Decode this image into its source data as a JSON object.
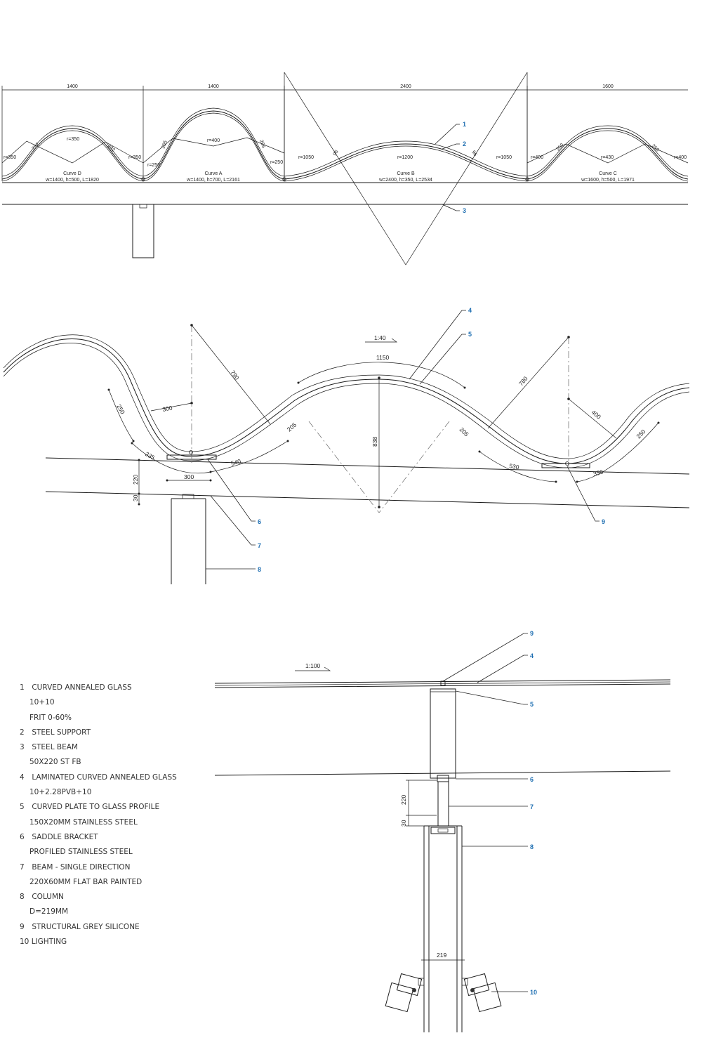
{
  "top_dims": [
    "1400",
    "1400",
    "2400",
    "1600"
  ],
  "curves": [
    {
      "name": "Curve D",
      "spec": "w=1400, h=500, L=1820"
    },
    {
      "name": "Curve A",
      "spec": "w=1400, h=700, L=2161"
    },
    {
      "name": "Curve B",
      "spec": "w=2400, h=350, L=2534"
    },
    {
      "name": "Curve C",
      "spec": "w=1600, h=500, L=1971"
    }
  ],
  "top_radii": [
    "r=350",
    "r=350",
    "r=350",
    "r=250",
    "r=400",
    "r=250",
    "r=1050",
    "r=1200",
    "r=1050",
    "r=400",
    "r=430",
    "r=400"
  ],
  "top_segments": [
    "232",
    "232",
    "265",
    "265",
    "96",
    "96",
    "250",
    "250"
  ],
  "mid_scale": "1:40",
  "bottom_scale": "1:100",
  "mid_dims": [
    "790",
    "300",
    "250",
    "335",
    "300",
    "220",
    "30",
    "540",
    "205",
    "1150",
    "838",
    "205",
    "780",
    "400",
    "250",
    "530",
    "350"
  ],
  "bottom_dims": [
    "220",
    "30",
    "219"
  ],
  "callouts_top": [
    "1",
    "2",
    "3"
  ],
  "callouts_mid": [
    "4",
    "5",
    "6",
    "7",
    "8",
    "9"
  ],
  "callouts_bottom": [
    "9",
    "4",
    "5",
    "6",
    "7",
    "8",
    "10"
  ],
  "legend": [
    {
      "num": "1",
      "text": "CURVED ANNEALED GLASS",
      "sub": [
        "10+10",
        "FRIT 0-60%"
      ]
    },
    {
      "num": "2",
      "text": "STEEL SUPPORT",
      "sub": []
    },
    {
      "num": "3",
      "text": "STEEL BEAM",
      "sub": [
        "50X220 ST FB"
      ]
    },
    {
      "num": "4",
      "text": "LAMINATED CURVED ANNEALED GLASS",
      "sub": [
        "10+2.28PVB+10"
      ]
    },
    {
      "num": "5",
      "text": "CURVED PLATE TO GLASS PROFILE",
      "sub": [
        "150X20MM STAINLESS STEEL"
      ]
    },
    {
      "num": "6",
      "text": "SADDLE BRACKET",
      "sub": [
        "PROFILED STAINLESS STEEL"
      ]
    },
    {
      "num": "7",
      "text": "BEAM - SINGLE DIRECTION",
      "sub": [
        "220X60MM FLAT BAR PAINTED"
      ]
    },
    {
      "num": "8",
      "text": "COLUMN",
      "sub": [
        "D=219MM"
      ]
    },
    {
      "num": "9",
      "text": "STRUCTURAL GREY SILICONE",
      "sub": []
    },
    {
      "num": "10",
      "text": "LIGHTING",
      "sub": []
    }
  ]
}
